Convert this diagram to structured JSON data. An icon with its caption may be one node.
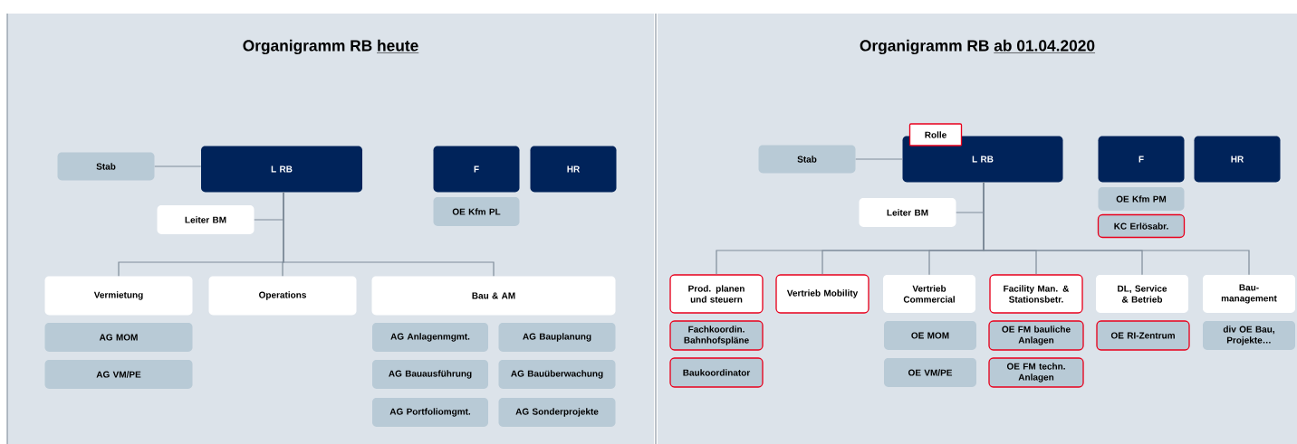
{
  "diagram": {
    "nodes": [
      {
        "text": [
          "Organigramm RB",
          "heute"
        ]
      },
      {
        "text": [
          "Stab"
        ],
        "in": 0
      },
      {
        "text": [
          "L RB"
        ],
        "in": 0
      },
      {
        "text": [
          "F"
        ],
        "in": 0
      },
      {
        "text": [
          "HR"
        ],
        "in": 0
      },
      {
        "text": [
          "OE Kfm PL"
        ],
        "in": 0
      },
      {
        "text": [
          "Leiter BM"
        ],
        "in": 0
      },
      {
        "text": [
          "Vermietung"
        ],
        "in": 0
      },
      {
        "text": [
          "Operations"
        ],
        "in": 0
      },
      {
        "text": [
          "Bau & AM"
        ],
        "in": 0
      },
      {
        "text": [
          "AG MOM"
        ],
        "in": 0
      },
      {
        "text": [
          "AG VM/PE"
        ],
        "in": 0
      },
      {
        "text": [
          "AG Anlagenmgmt."
        ],
        "in": 0
      },
      {
        "text": [
          "AG Bauplanung"
        ],
        "in": 0
      },
      {
        "text": [
          "AG Bauausführung"
        ],
        "in": 0
      },
      {
        "text": [
          "AG Bauüberwachung"
        ],
        "in": 0
      },
      {
        "text": [
          "AG Portfoliomgmt."
        ],
        "in": 0
      },
      {
        "text": [
          "AG Sonderprojekte"
        ],
        "in": 0
      },
      {
        "text": [
          "Organigramm RB",
          "ab 01.04.2020"
        ]
      },
      {
        "text": [
          "Stab"
        ],
        "in": 18
      },
      {
        "text": [
          "L RB"
        ],
        "in": 18
      },
      {
        "text": [
          "Rolle"
        ],
        "in": 18
      },
      {
        "text": [
          "F"
        ],
        "in": 18
      },
      {
        "text": [
          "HR"
        ],
        "in": 18
      },
      {
        "text": [
          "OE Kfm PM"
        ],
        "in": 18
      },
      {
        "text": [
          "KC Erlösabr."
        ],
        "in": 18
      },
      {
        "text": [
          "Leiter BM"
        ],
        "in": 18
      },
      {
        "text": [
          "Prod. planen und steuern"
        ],
        "in": 18
      },
      {
        "text": [
          "Vertrieb Mobility"
        ],
        "in": 18
      },
      {
        "text": [
          "Vertrieb Commercial"
        ],
        "in": 18
      },
      {
        "text": [
          "Facility Man. & Stationsbetr."
        ],
        "in": 18
      },
      {
        "text": [
          "DL, Service & Betrieb"
        ],
        "in": 18
      },
      {
        "text": [
          "Bau- management"
        ],
        "in": 18
      },
      {
        "text": [
          "Fachkoordin. Bahnhofspläne"
        ],
        "in": 18
      },
      {
        "text": [
          "Baukoordinator"
        ],
        "in": 18
      },
      {
        "text": [
          "OE MOM"
        ],
        "in": 18
      },
      {
        "text": [
          "OE VM/PE"
        ],
        "in": 18
      },
      {
        "text": [
          "OE FM bauliche Anlagen"
        ],
        "in": 18
      },
      {
        "text": [
          "OE FM techn. Anlagen"
        ],
        "in": 18
      },
      {
        "text": [
          "OE RI-Zentrum"
        ],
        "in": 18
      },
      {
        "text": [
          "div OE Bau, Projekte…"
        ],
        "in": 18
      }
    ],
    "edges": [
      {
        "from": 1,
        "to": 2,
        "arrow": "none"
      },
      {
        "from": 2,
        "to": 6,
        "arrow": "none"
      },
      {
        "from": 2,
        "to": 7,
        "arrow": "none"
      },
      {
        "from": 2,
        "to": 8,
        "arrow": "none"
      },
      {
        "from": 2,
        "to": 9,
        "arrow": "none"
      },
      {
        "from": 19,
        "to": 20,
        "arrow": "none"
      },
      {
        "from": 20,
        "to": 26,
        "arrow": "none"
      },
      {
        "from": 20,
        "to": 27,
        "arrow": "none"
      },
      {
        "from": 20,
        "to": 28,
        "arrow": "none"
      },
      {
        "from": 20,
        "to": 29,
        "arrow": "none"
      },
      {
        "from": 20,
        "to": 30,
        "arrow": "none"
      },
      {
        "from": 20,
        "to": 31,
        "arrow": "none"
      },
      {
        "from": 20,
        "to": 32,
        "arrow": "none"
      }
    ]
  }
}
